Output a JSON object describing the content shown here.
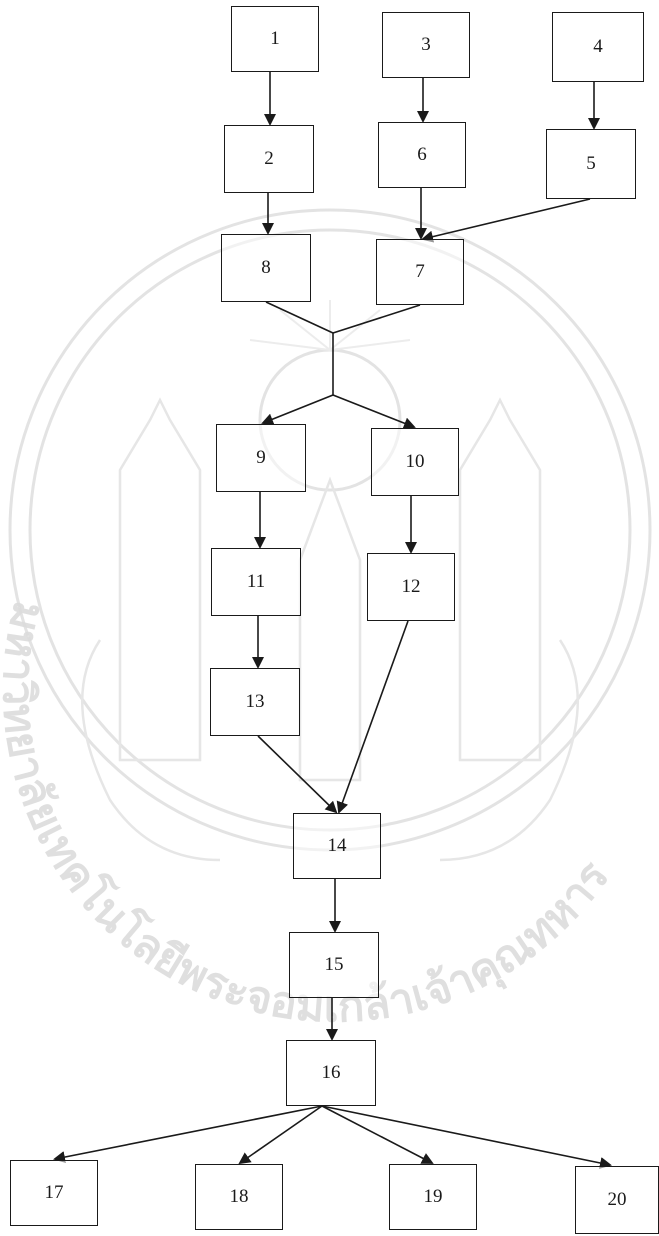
{
  "diagram": {
    "nodes": [
      {
        "id": "n1",
        "label": "1"
      },
      {
        "id": "n2",
        "label": "2"
      },
      {
        "id": "n3",
        "label": "3"
      },
      {
        "id": "n4",
        "label": "4"
      },
      {
        "id": "n5",
        "label": "5"
      },
      {
        "id": "n6",
        "label": "6"
      },
      {
        "id": "n7",
        "label": "7"
      },
      {
        "id": "n8",
        "label": "8"
      },
      {
        "id": "n9",
        "label": "9"
      },
      {
        "id": "n10",
        "label": "10"
      },
      {
        "id": "n11",
        "label": "11"
      },
      {
        "id": "n12",
        "label": "12"
      },
      {
        "id": "n13",
        "label": "13"
      },
      {
        "id": "n14",
        "label": "14"
      },
      {
        "id": "n15",
        "label": "15"
      },
      {
        "id": "n16",
        "label": "16"
      },
      {
        "id": "n17",
        "label": "17"
      },
      {
        "id": "n18",
        "label": "18"
      },
      {
        "id": "n19",
        "label": "19"
      },
      {
        "id": "n20",
        "label": "20"
      }
    ],
    "edges": [
      {
        "from": "n1",
        "to": "n2"
      },
      {
        "from": "n2",
        "to": "n8"
      },
      {
        "from": "n3",
        "to": "n6"
      },
      {
        "from": "n6",
        "to": "n7"
      },
      {
        "from": "n4",
        "to": "n5"
      },
      {
        "from": "n5",
        "to": "n7"
      },
      {
        "from": "n8",
        "to": "n9",
        "via": "junction"
      },
      {
        "from": "n8",
        "to": "n10",
        "via": "junction"
      },
      {
        "from": "n7",
        "to": "n9",
        "via": "junction"
      },
      {
        "from": "n7",
        "to": "n10",
        "via": "junction"
      },
      {
        "from": "n9",
        "to": "n11"
      },
      {
        "from": "n11",
        "to": "n13"
      },
      {
        "from": "n13",
        "to": "n14"
      },
      {
        "from": "n10",
        "to": "n12"
      },
      {
        "from": "n12",
        "to": "n14"
      },
      {
        "from": "n14",
        "to": "n15"
      },
      {
        "from": "n15",
        "to": "n16"
      },
      {
        "from": "n16",
        "to": "n17"
      },
      {
        "from": "n16",
        "to": "n18"
      },
      {
        "from": "n16",
        "to": "n19"
      },
      {
        "from": "n16",
        "to": "n20"
      }
    ]
  },
  "watermark": {
    "text": "มหาวิทยาลัยเทคโนโลยีพระจอมเกล้าเจ้าคุณทหาร",
    "color": "#d9d9d9"
  }
}
